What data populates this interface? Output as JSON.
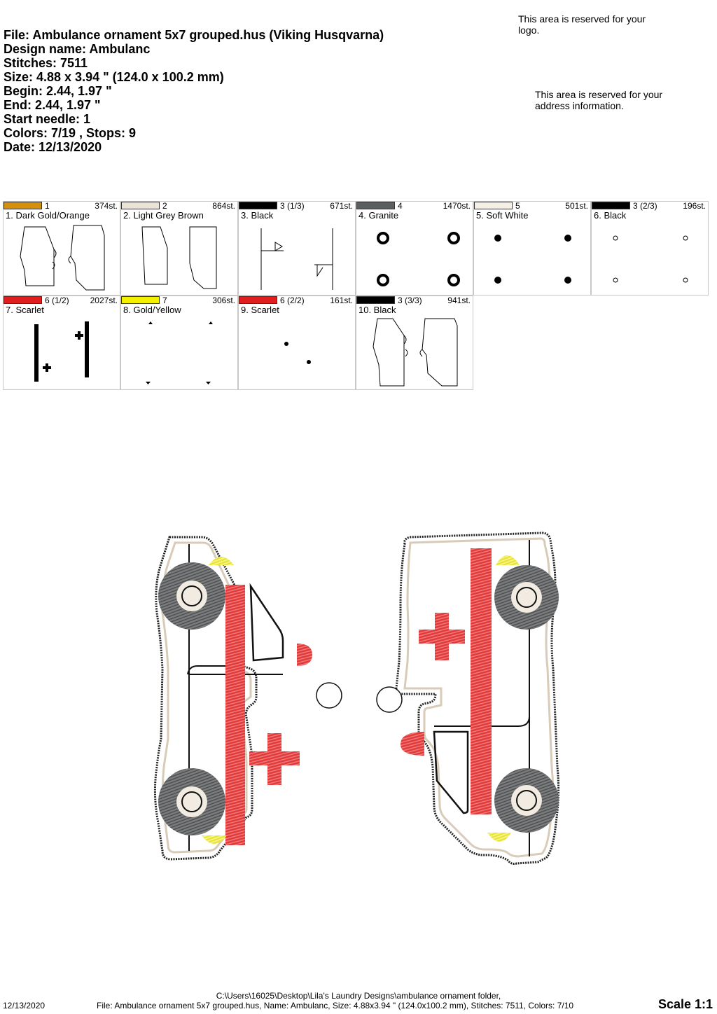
{
  "header": {
    "file": "File: Ambulance ornament 5x7 grouped.hus  (Viking Husqvarna)",
    "design_name": "Design name: Ambulanc",
    "stitches": "Stitches: 7511",
    "size": "Size: 4.88 x 3.94 \" (124.0 x 100.2 mm)",
    "begin": "Begin: 2.44, 1.97 \"",
    "end": "End: 2.44, 1.97 \"",
    "start_needle": "Start needle: 1",
    "colors": "Colors: 7/19 , Stops: 9",
    "date": "Date: 12/13/2020"
  },
  "reserved": {
    "logo": "This area is reserved for your logo.",
    "address": "This area is reserved for your address information."
  },
  "swatches": [
    {
      "num": "1",
      "stitches": "374st.",
      "name": "1. Dark Gold/Orange",
      "color": "#d4900c"
    },
    {
      "num": "2",
      "stitches": "864st.",
      "name": "2. Light Grey Brown",
      "color": "#ece3d8"
    },
    {
      "num": "3 (1/3)",
      "stitches": "671st.",
      "name": "3. Black",
      "color": "#000000"
    },
    {
      "num": "4",
      "stitches": "1470st.",
      "name": "4. Granite",
      "color": "#5b5f60"
    },
    {
      "num": "5",
      "stitches": "501st.",
      "name": "5. Soft White",
      "color": "#f5efe6"
    },
    {
      "num": "3 (2/3)",
      "stitches": "196st.",
      "name": "6. Black",
      "color": "#000000"
    },
    {
      "num": "6 (1/2)",
      "stitches": "2027st.",
      "name": "7. Scarlet",
      "color": "#e01e1e"
    },
    {
      "num": "7",
      "stitches": "306st.",
      "name": "8. Gold/Yellow",
      "color": "#f5f000"
    },
    {
      "num": "6 (2/2)",
      "stitches": "161st.",
      "name": "9. Scarlet",
      "color": "#e01e1e"
    },
    {
      "num": "3 (3/3)",
      "stitches": "941st.",
      "name": "10. Black",
      "color": "#000000"
    }
  ],
  "footer": {
    "path": "C:\\Users\\16025\\Desktop\\Lila's Laundry Designs\\ambulance ornament folder,",
    "date": "12/13/2020",
    "info": "File: Ambulance ornament 5x7 grouped.hus, Name: Ambulanc, Size: 4.88x3.94 \" (124.0x100.2 mm), Stitches: 7511, Colors: 7/10",
    "scale": "Scale 1:1"
  }
}
